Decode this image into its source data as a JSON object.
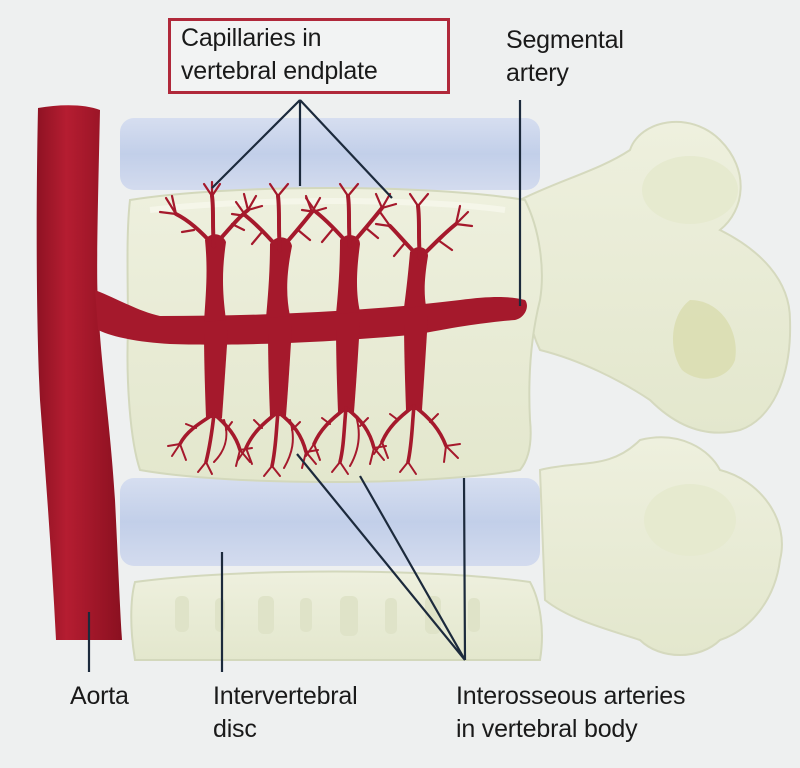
{
  "labels": {
    "capillaries": [
      "Capillaries in",
      "vertebral endplate"
    ],
    "segmental": [
      "Segmental",
      "artery"
    ],
    "aorta": [
      "Aorta"
    ],
    "disc": [
      "Intervertebral",
      "disc"
    ],
    "interosseous": [
      "Interosseous arteries",
      "in vertebral body"
    ]
  },
  "colors": {
    "artery": "#a5192c",
    "artery_dark": "#7e0f20",
    "bone": "#e9ecd9",
    "bone_shadow": "#cfd4b4",
    "disc": "#c5d2ea",
    "leader_line": "#1c2a3c",
    "box_border": "#b0283a"
  }
}
